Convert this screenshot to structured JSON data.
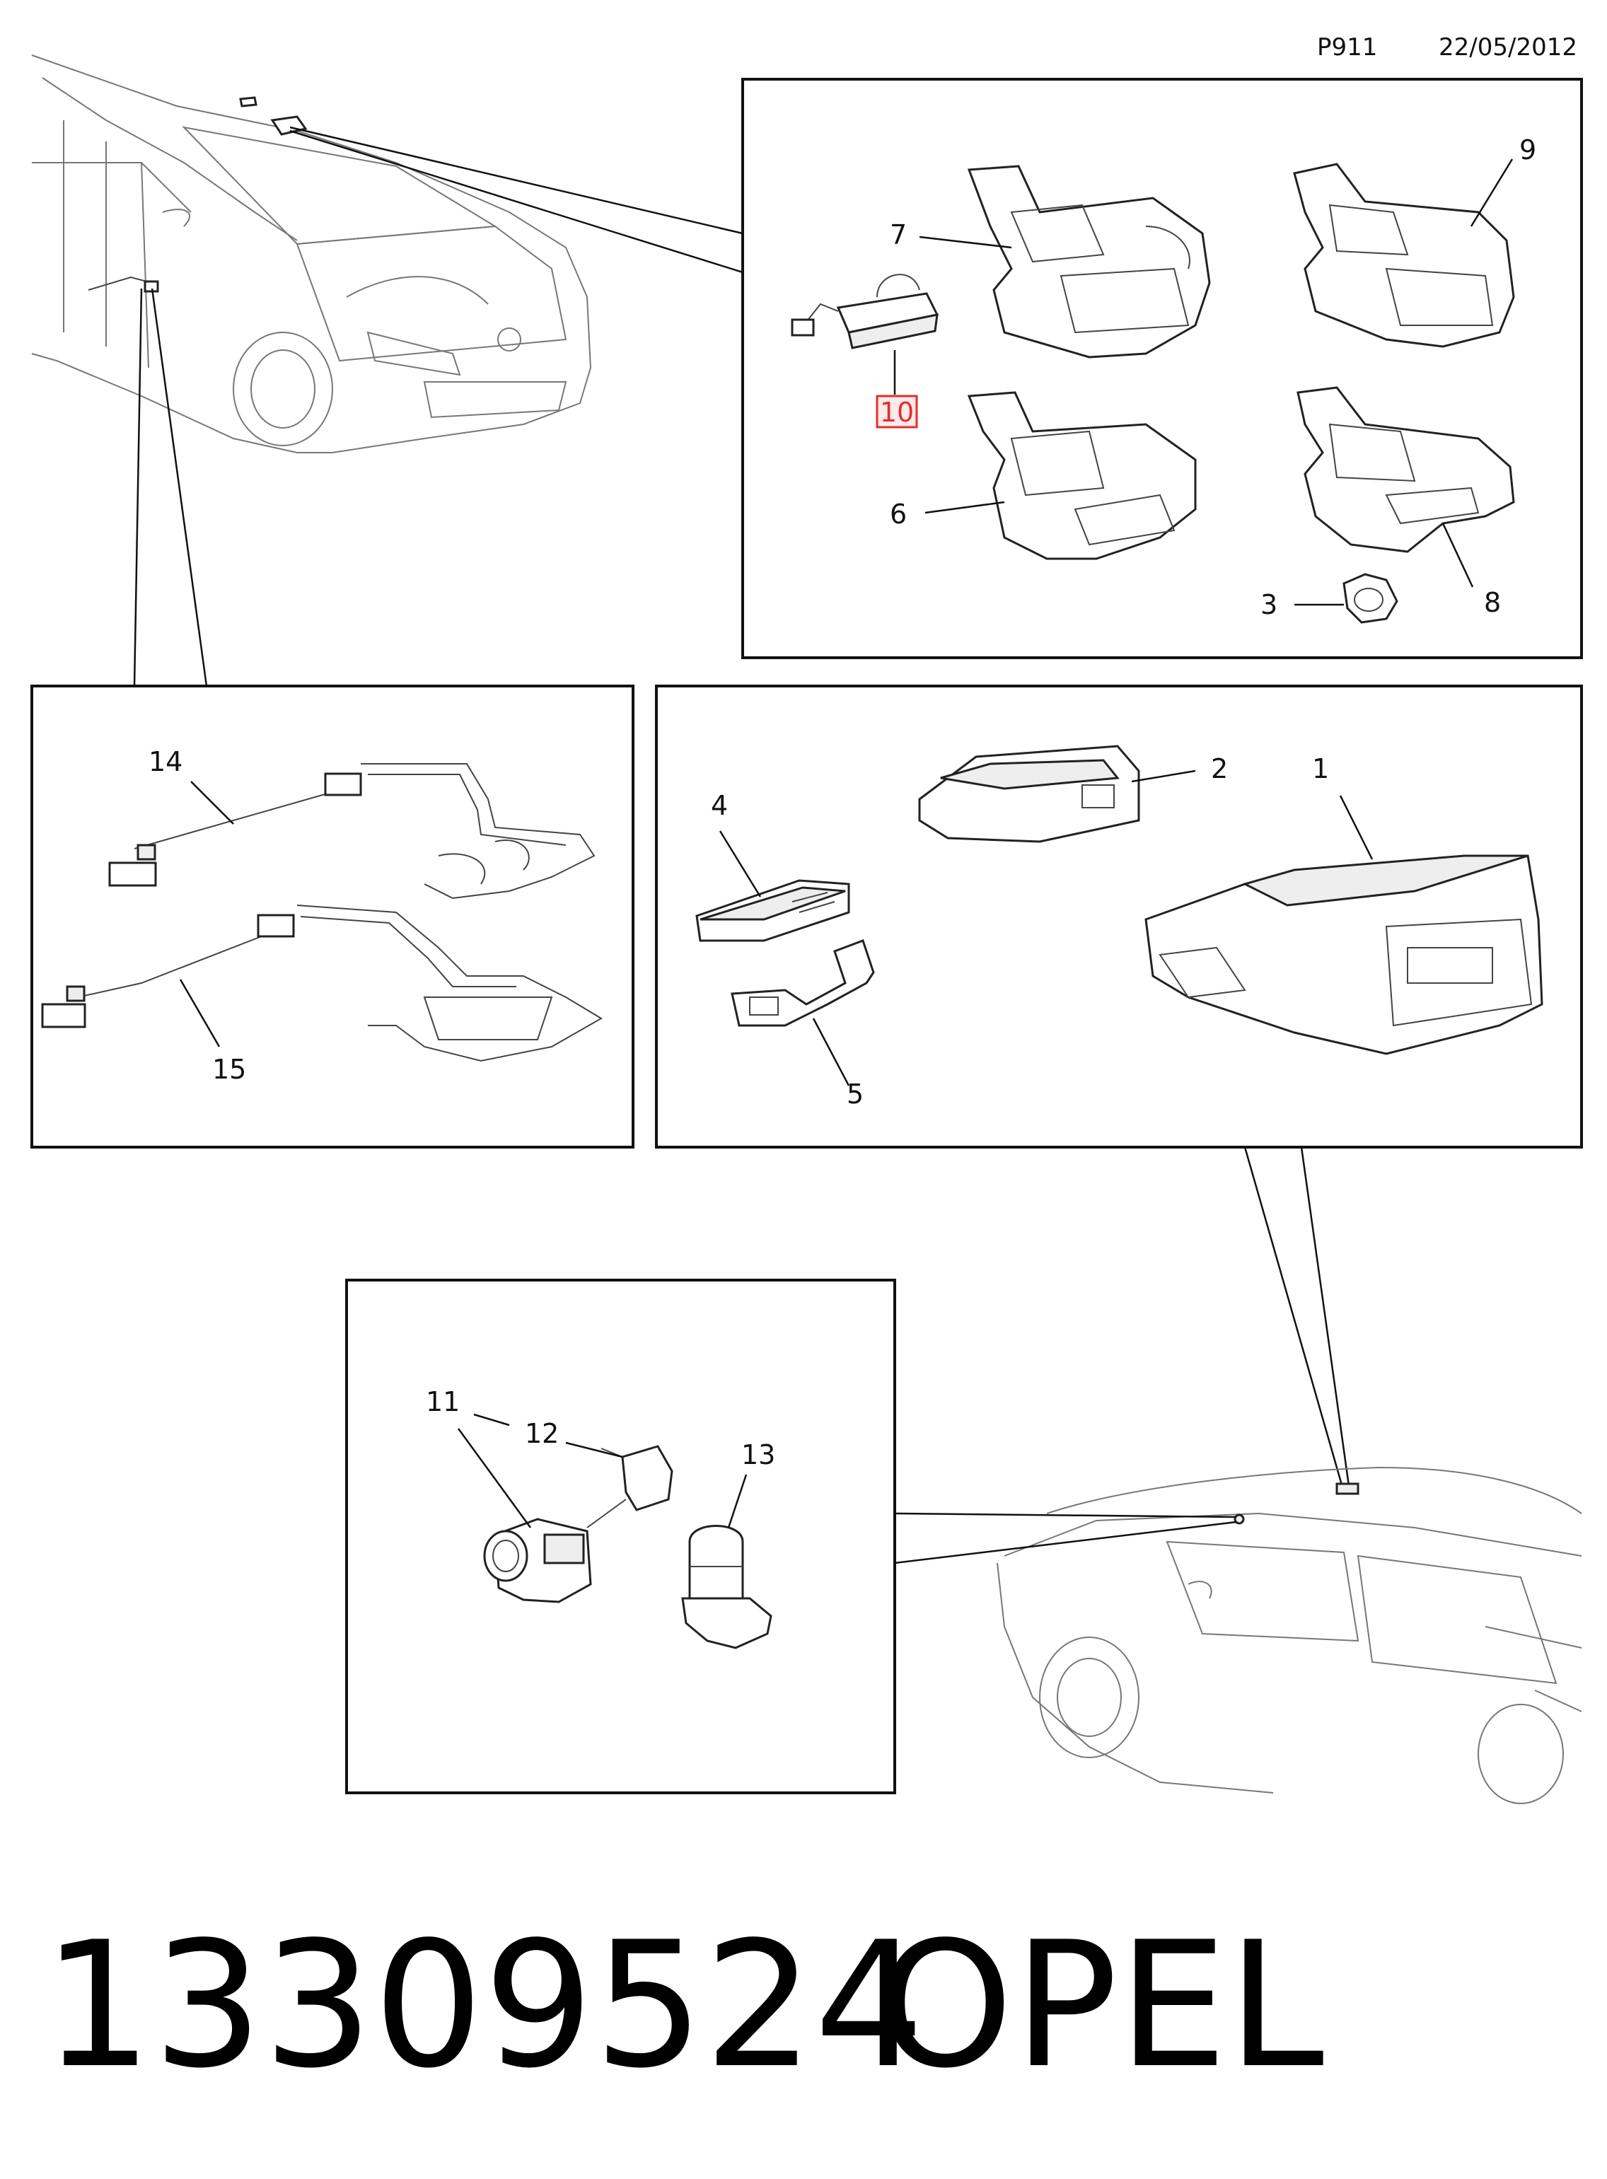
{
  "header": {
    "code": "P911",
    "date": "22/05/2012"
  },
  "footer": {
    "part_number": "13309524",
    "brand": "OPEL"
  },
  "callouts": {
    "c1": "1",
    "c2": "2",
    "c3": "3",
    "c4": "4",
    "c5": "5",
    "c6": "6",
    "c7": "7",
    "c8": "8",
    "c9": "9",
    "c10": "10",
    "c11": "11",
    "c12": "12",
    "c13": "13",
    "c14": "14",
    "c15": "15"
  },
  "highlight_color": "#e03030"
}
